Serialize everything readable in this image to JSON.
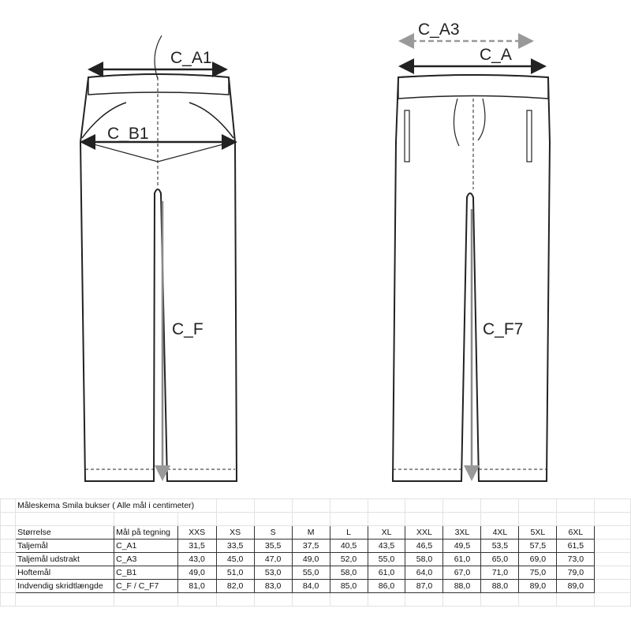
{
  "drawing": {
    "front_labels": {
      "waist": "C_A1",
      "hip": "C_B1",
      "inseam": "C_F"
    },
    "back_labels": {
      "waist_stretched": "C_A3",
      "waist": "C_A",
      "inseam": "C_F7"
    }
  },
  "table": {
    "title": "Måleskema Smila bukser ( Alle mål i centimeter)",
    "headers": [
      "Størrelse",
      "Mål på tegning",
      "XXS",
      "XS",
      "S",
      "M",
      "L",
      "XL",
      "XXL",
      "3XL",
      "4XL",
      "5XL",
      "6XL"
    ],
    "rows": [
      {
        "name": "Taljemål",
        "code": "C_A1",
        "values": [
          "31,5",
          "33,5",
          "35,5",
          "37,5",
          "40,5",
          "43,5",
          "46,5",
          "49,5",
          "53,5",
          "57,5",
          "61,5"
        ]
      },
      {
        "name": "Taljemål udstrakt",
        "code": "C_A3",
        "values": [
          "43,0",
          "45,0",
          "47,0",
          "49,0",
          "52,0",
          "55,0",
          "58,0",
          "61,0",
          "65,0",
          "69,0",
          "73,0"
        ]
      },
      {
        "name": "Hoftemål",
        "code": "C_B1",
        "values": [
          "49,0",
          "51,0",
          "53,0",
          "55,0",
          "58,0",
          "61,0",
          "64,0",
          "67,0",
          "71,0",
          "75,0",
          "79,0"
        ]
      },
      {
        "name": "Indvendig skridtlængde",
        "code": "C_F / C_F7",
        "values": [
          "81,0",
          "82,0",
          "83,0",
          "84,0",
          "85,0",
          "86,0",
          "87,0",
          "88,0",
          "88,0",
          "89,0",
          "89,0"
        ]
      }
    ]
  }
}
